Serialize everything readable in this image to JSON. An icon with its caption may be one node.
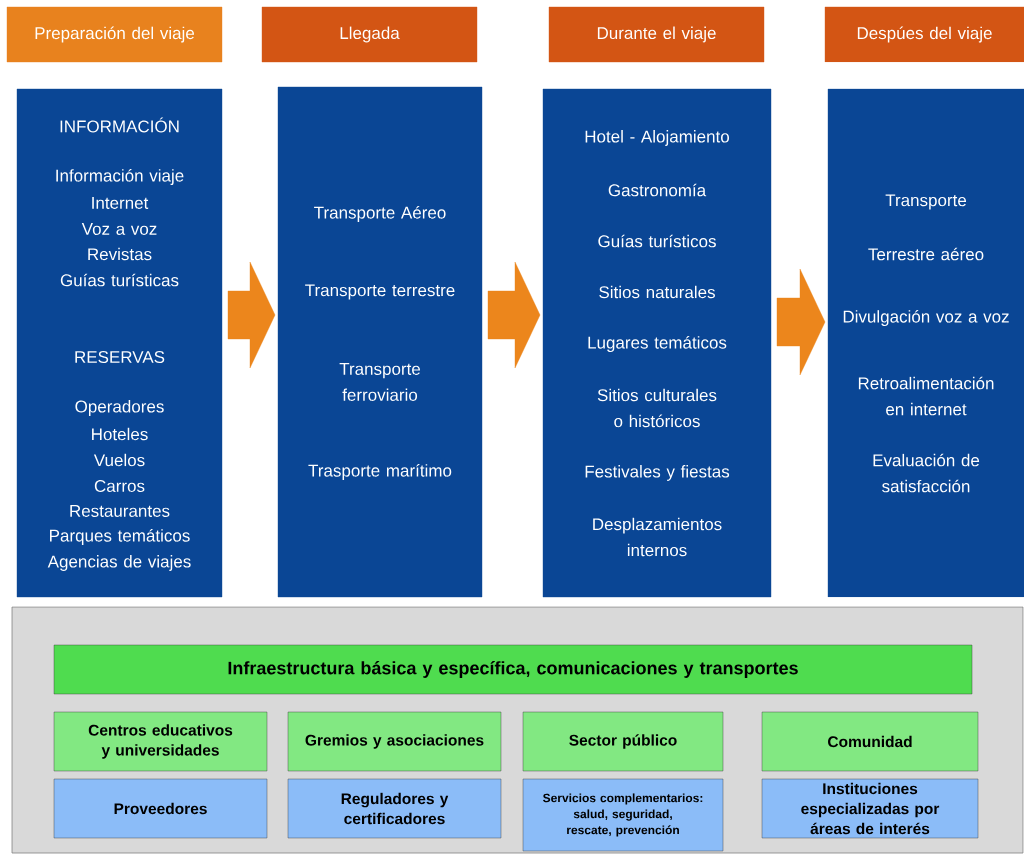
{
  "diagram": {
    "nodes": [
      {
        "text": [
          "Preparación del viaje"
        ]
      },
      {
        "text": [
          "Llegada"
        ]
      },
      {
        "text": [
          "Durante el viaje"
        ]
      },
      {
        "text": [
          "Despúes del viaje"
        ]
      },
      {
        "text": [
          "INFORMACIÓN",
          "Información viaje",
          "Internet",
          "Voz a voz",
          "Revistas",
          "Guías turísticas",
          "RESERVAS",
          "Operadores",
          "Hoteles",
          "Vuelos",
          "Carros",
          "Restaurantes",
          "Parques temáticos",
          "Agencias de viajes"
        ]
      },
      {
        "text": [
          "Transporte Aéreo",
          "Transporte terrestre",
          "Transporte ferroviario",
          "Trasporte marítimo"
        ]
      },
      {
        "text": [
          "Hotel - Alojamiento",
          "Gastronomía",
          "Guías turísticos",
          "Sitios naturales",
          "Lugares temáticos",
          "Sitios culturales o históricos",
          "Festivales y fiestas",
          "Desplazamientos internos"
        ]
      },
      {
        "text": [
          "Transporte",
          "Terrestre aéreo",
          "Divulgación voz a voz",
          "Retroalimentación en internet",
          "Evaluación de satisfacción"
        ]
      },
      {
        "text": [],
        "shape": "box"
      },
      {
        "text": [
          "Infraestructura básica y específica, comunicaciones y transportes"
        ],
        "in": 8
      },
      {
        "text": [
          "Centros educativos y universidades"
        ],
        "in": 8
      },
      {
        "text": [
          "Gremios y asociaciones"
        ],
        "in": 8
      },
      {
        "text": [
          "Sector público"
        ],
        "in": 8
      },
      {
        "text": [
          "Comunidad"
        ],
        "in": 8
      },
      {
        "text": [
          "Proveedores"
        ],
        "in": 8
      },
      {
        "text": [
          "Reguladores y certificadores"
        ],
        "in": 8
      },
      {
        "text": [
          "Servicios complementarios: salud, seguridad, rescate, prevención"
        ],
        "in": 8
      },
      {
        "text": [
          "Instituciones especializadas por áreas de interés"
        ],
        "in": 8
      }
    ],
    "edges": [
      {
        "from": 4,
        "to": 5,
        "arrow": "to"
      },
      {
        "from": 5,
        "to": 6,
        "arrow": "to"
      },
      {
        "from": 6,
        "to": 7,
        "arrow": "to"
      }
    ]
  }
}
